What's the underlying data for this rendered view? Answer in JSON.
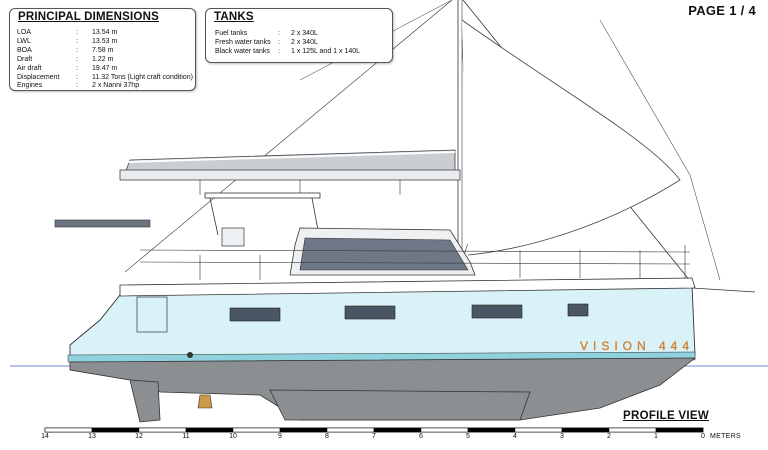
{
  "page_label": "PAGE 1 / 4",
  "principal_dimensions": {
    "title": "PRINCIPAL DIMENSIONS",
    "rows": [
      {
        "label": "LOA",
        "sep": ":",
        "value": "13.54 m"
      },
      {
        "label": "LWL",
        "sep": ":",
        "value": "13.53 m"
      },
      {
        "label": "BOA",
        "sep": ":",
        "value": "7.58 m"
      },
      {
        "label": "Draft",
        "sep": ":",
        "value": "1.22 m"
      },
      {
        "label": "Air draft",
        "sep": ":",
        "value": "19.47 m"
      },
      {
        "label": "Displacement",
        "sep": ":",
        "value": "11.32 Tons (Light craft condition)"
      },
      {
        "label": "Engines",
        "sep": ":",
        "value": "2 x Nanni 37hp"
      }
    ]
  },
  "tanks": {
    "title": "TANKS",
    "rows": [
      {
        "label": "Fuel tanks",
        "sep": ":",
        "value": "2 x 340L"
      },
      {
        "label": "Fresh water tanks",
        "sep": ":",
        "value": "2 x 340L"
      },
      {
        "label": "Black water tanks",
        "sep": ":",
        "value": "1 x 125L and 1 x 140L"
      }
    ]
  },
  "hull_logo": "VISION 444",
  "view_title": "PROFILE VIEW",
  "scale": {
    "ticks": [
      "14",
      "13",
      "12",
      "11",
      "10",
      "9",
      "8",
      "7",
      "6",
      "5",
      "4",
      "3",
      "2",
      "1",
      "0"
    ],
    "unit": "METERS"
  },
  "colors": {
    "hull_topsides": "#d9f2f7",
    "bootstripe": "#8fd1dc",
    "antifouling": "#8c8f91",
    "sail": "#c9ced3",
    "logo": "#e07f1a",
    "waterline": "#7a86d8"
  }
}
